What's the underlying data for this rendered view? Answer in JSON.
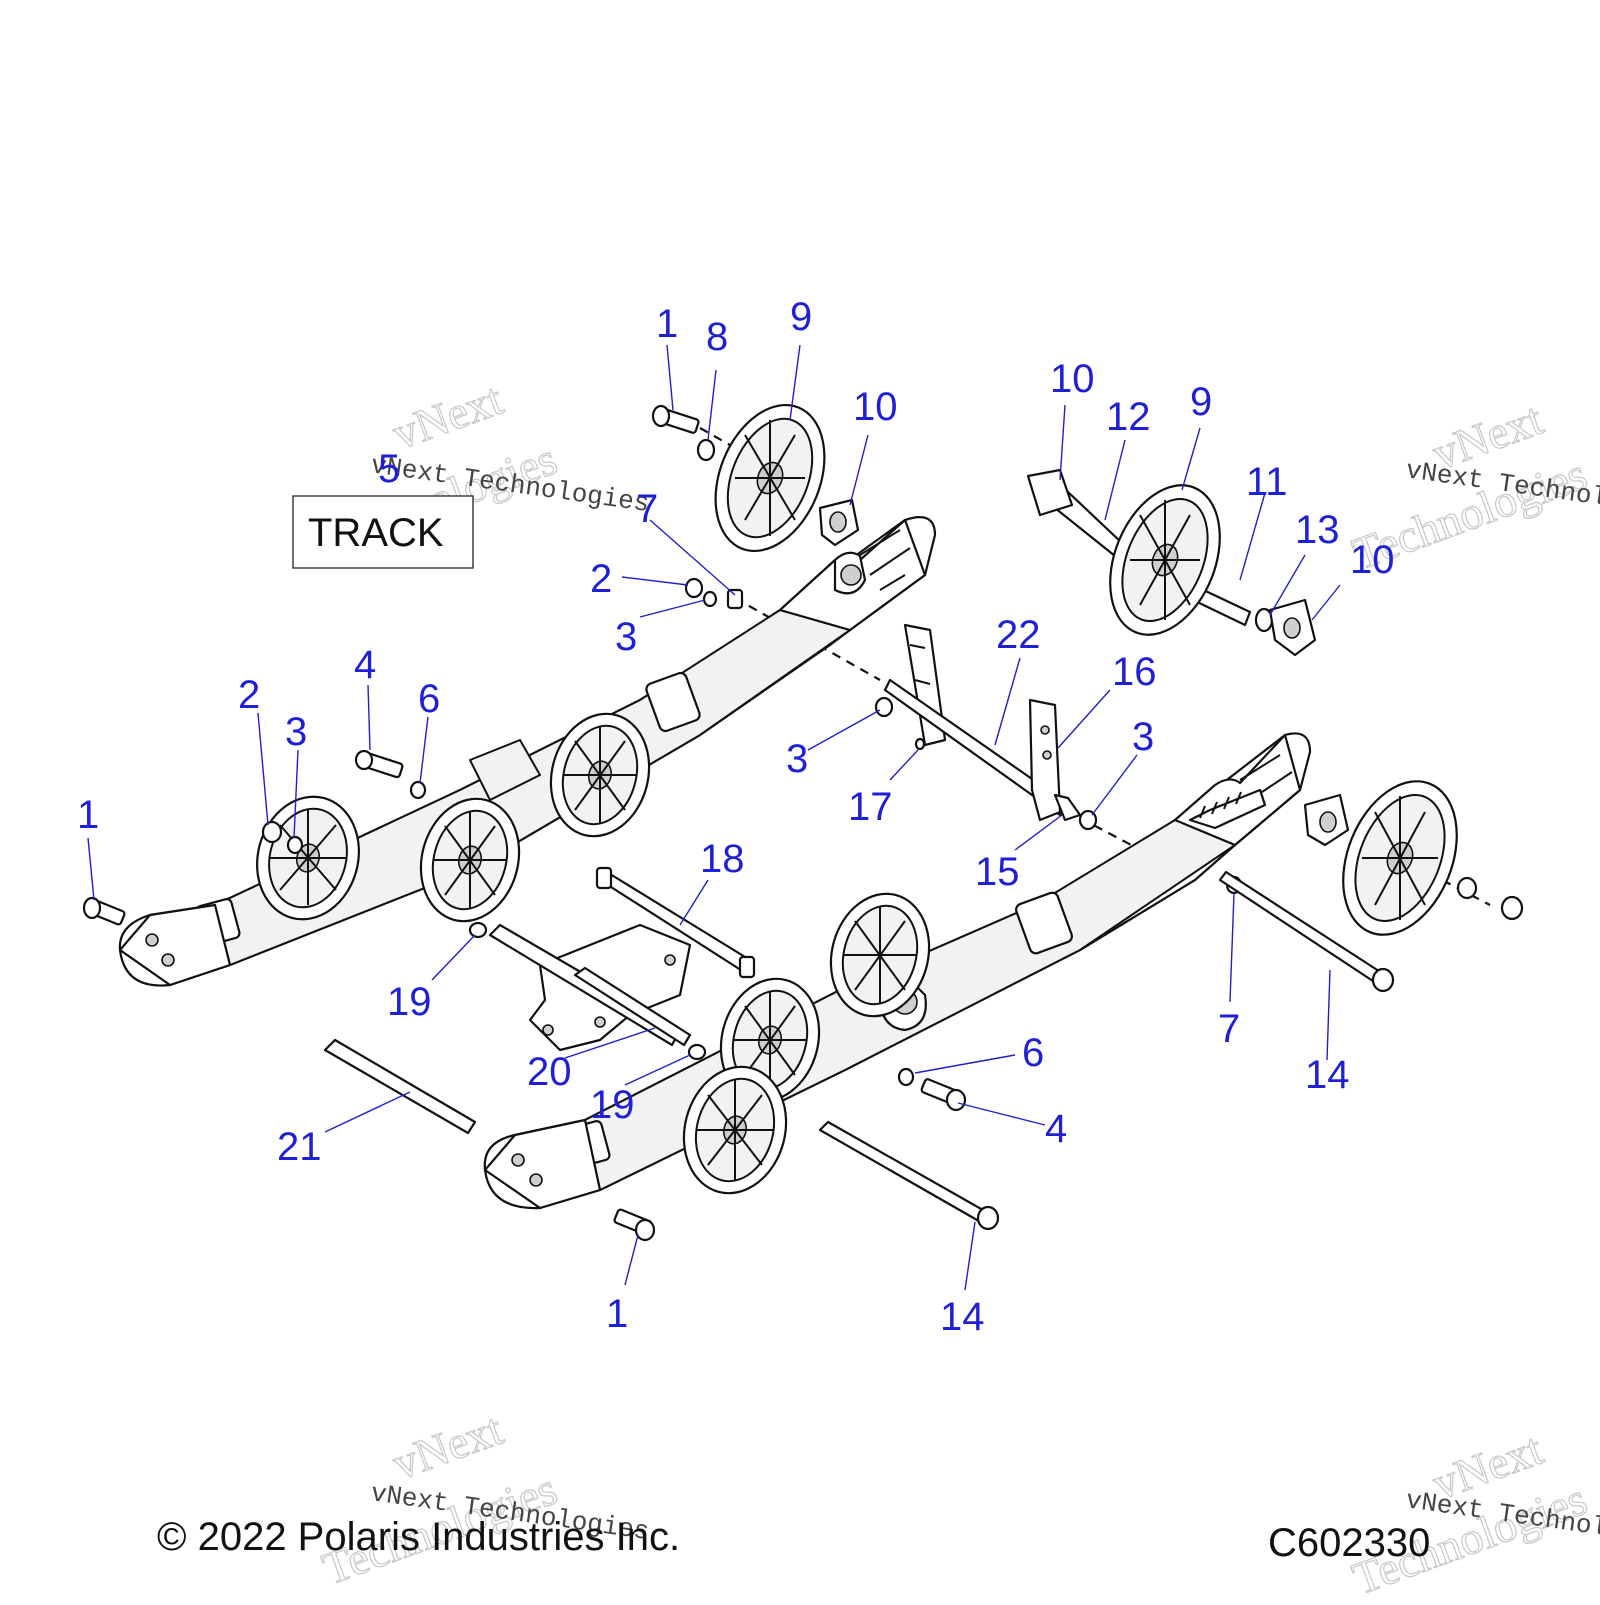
{
  "diagram": {
    "section_label": "TRACK",
    "copyright": "© 2022 Polaris Industries Inc.",
    "drawing_number": "C602330",
    "watermark": {
      "line1": "vNext",
      "line2": "Technologies",
      "line3": "vNext Technologies"
    },
    "callouts": [
      "1",
      "8",
      "9",
      "10",
      "5",
      "7",
      "2",
      "3",
      "4",
      "6",
      "2",
      "3",
      "1",
      "10",
      "12",
      "9",
      "11",
      "13",
      "10",
      "22",
      "16",
      "3",
      "17",
      "3",
      "15",
      "18",
      "19",
      "20",
      "19",
      "21",
      "6",
      "4",
      "1",
      "14",
      "7",
      "14"
    ],
    "colors": {
      "callout": "#1f1fd6",
      "line_art": "#111111",
      "background": "#ffffff"
    }
  }
}
